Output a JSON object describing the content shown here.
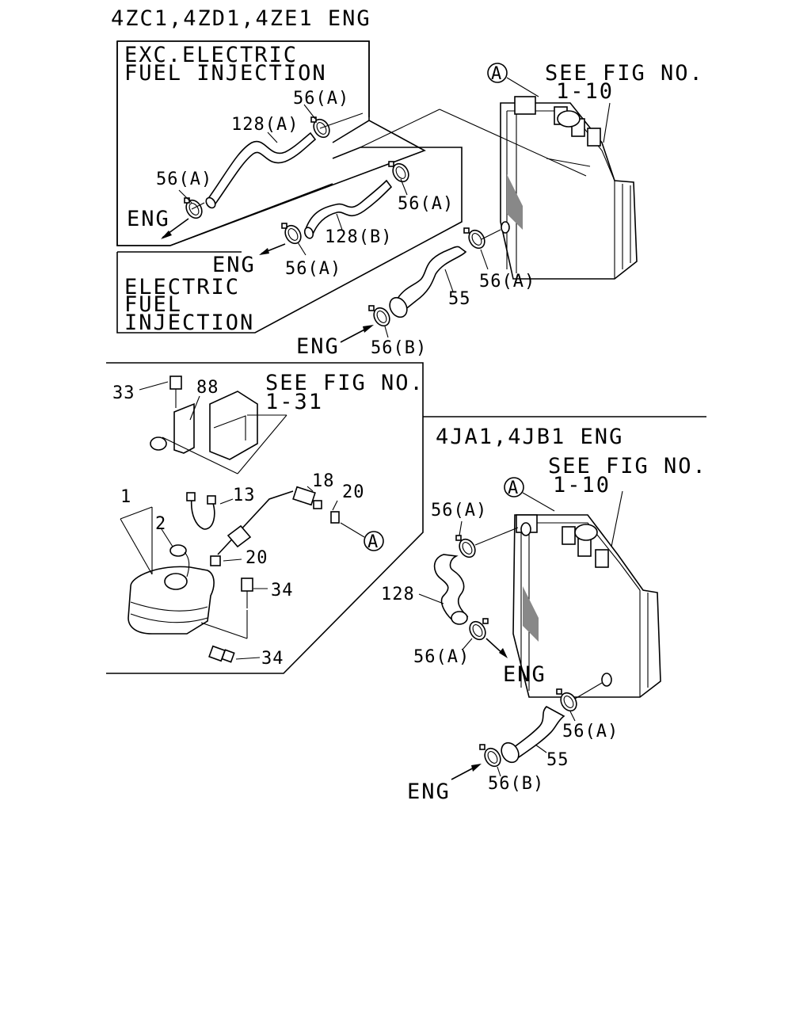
{
  "diagram": {
    "top_heading": "4ZC1,4ZD1,4ZE1 ENG",
    "box_exc_title_1": "EXC.ELECTRIC",
    "box_exc_title_2": "FUEL INJECTION",
    "box_elec_title_1": "ELECTRIC",
    "box_elec_title_2": "FUEL",
    "box_elec_title_3": "INJECTION",
    "see_fig_1": "SEE FIG NO.",
    "fig_ref_1": "1-10",
    "ref_a": "A",
    "mid_heading": "4JA1,4JB1 ENG",
    "see_fig_2": "SEE FIG NO.",
    "fig_ref_2": "1-10",
    "see_fig_3": "SEE FIG NO.",
    "fig_ref_3": "1-31",
    "eng": "ENG",
    "parts": {
      "p56a": "56(A)",
      "p56b": "56(B)",
      "p128a": "128(A)",
      "p128b": "128(B)",
      "p128": "128",
      "p55": "55",
      "p1": "1",
      "p2": "2",
      "p13": "13",
      "p18": "18",
      "p20": "20",
      "p33": "33",
      "p34": "34",
      "p88": "88"
    }
  }
}
